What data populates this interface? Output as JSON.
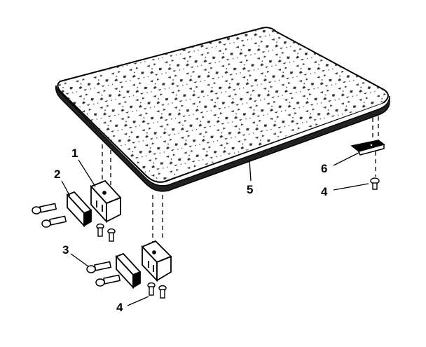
{
  "callouts": {
    "bracket_1": "1",
    "plate_2": "2",
    "bolt_3": "3",
    "screw_4_lower": "4",
    "screw_4_right": "4",
    "top_5": "5",
    "clip_6": "6"
  }
}
